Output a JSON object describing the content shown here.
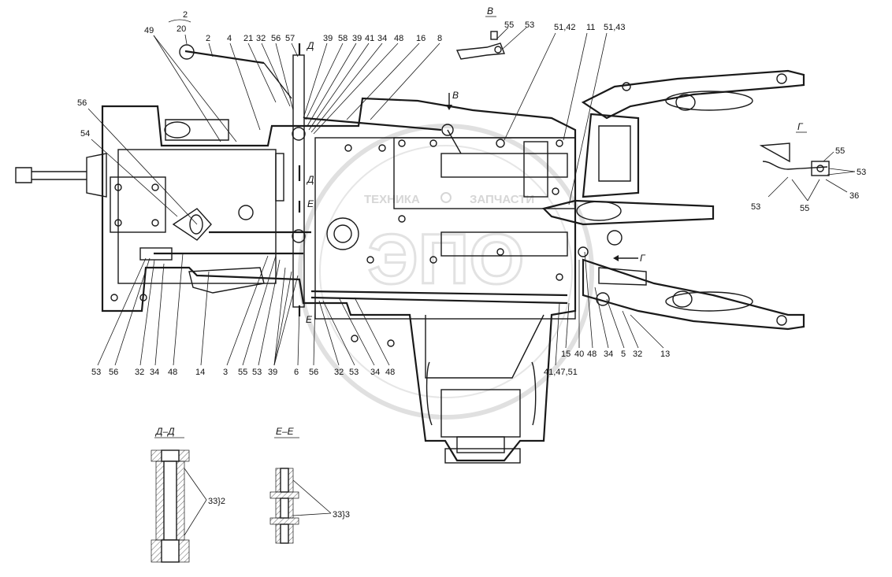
{
  "watermark": {
    "left": "ТЕХНИКА",
    "right": "ЗАПЧАСТИ",
    "logo": "ЭПО"
  },
  "views": {
    "v": {
      "label": "В",
      "arrow_label": "В",
      "callouts": [
        "55",
        "53"
      ]
    },
    "g": {
      "label": "Г",
      "arrow_label": "Г",
      "callouts": [
        "55",
        "53",
        "36",
        "53",
        "55"
      ]
    },
    "dd": {
      "label": "Д–Д",
      "marker": "Д",
      "callout": "33}2"
    },
    "ee": {
      "label": "Е–Е",
      "marker": "Е",
      "callout": "33}3"
    }
  },
  "callouts_top": [
    "49",
    "2",
    "4",
    "21",
    "32",
    "56",
    "57",
    "39",
    "58",
    "39",
    "41",
    "34",
    "48",
    "16",
    "8",
    "51,42",
    "11",
    "51,43"
  ],
  "callout_top_fraction": {
    "num": "2",
    "den": "20"
  },
  "callouts_left": [
    "56",
    "54"
  ],
  "callouts_bottom": [
    "53",
    "56",
    "32",
    "34",
    "48",
    "14",
    "3",
    "55",
    "53",
    "39",
    "6",
    "56",
    "32",
    "53",
    "34",
    "48",
    "41,47,51",
    "15",
    "40",
    "48",
    "34",
    "5",
    "32",
    "13"
  ],
  "colors": {
    "line": "#1a1a1a",
    "background": "#ffffff",
    "watermark": "#d6d6d6"
  }
}
